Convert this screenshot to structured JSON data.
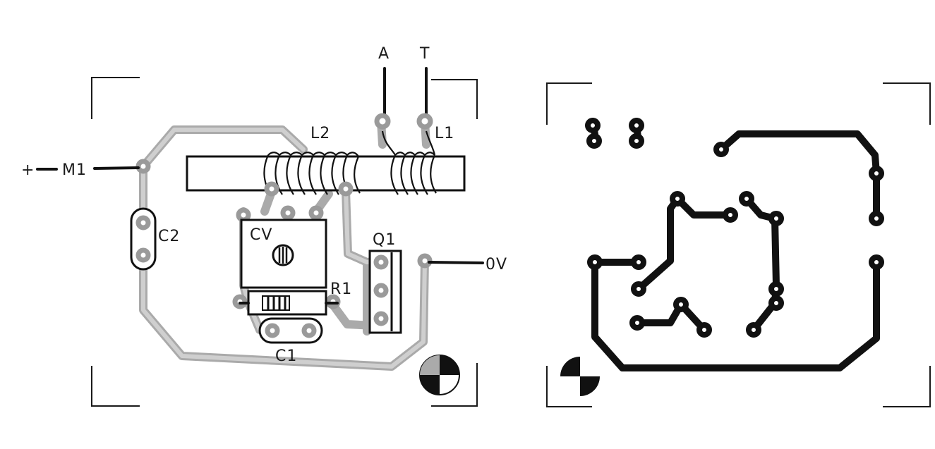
{
  "component_layout": {
    "labels": {
      "antenna": "A",
      "tap": "T",
      "coil_l2": "L2",
      "coil_l1": "L1",
      "supply_plus": "+",
      "mic": "M1",
      "cap_c2": "C2",
      "trimmer": "CV",
      "transistor": "Q1",
      "ground": "0V",
      "resistor": "R1",
      "cap_c1": "C1"
    }
  },
  "copper_side": {},
  "colors": {
    "copper_trace": "#111111",
    "silkscreen_trace": "#aaaaaa",
    "ink": "#1a1a1a"
  }
}
